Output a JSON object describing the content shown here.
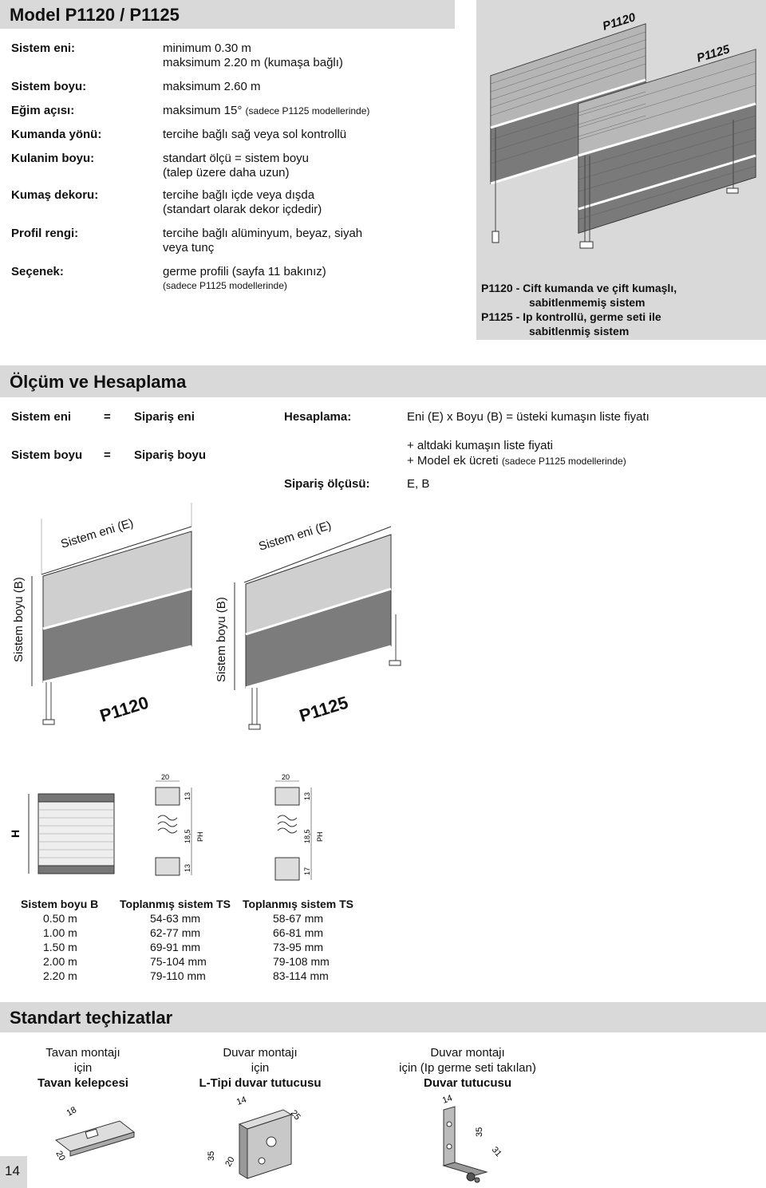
{
  "header": {
    "title": "Model P1120 / P1125"
  },
  "specs": [
    {
      "label": "Sistem eni:",
      "lines": [
        "minimum 0.30 m",
        "maksimum 2.20 m (kumaşa bağlı)"
      ],
      "note": ""
    },
    {
      "label": "Sistem boyu:",
      "lines": [
        "maksimum 2.60 m"
      ],
      "note": ""
    },
    {
      "label": "Eğim açısı:",
      "lines": [
        "maksimum 15°"
      ],
      "note": "(sadece P1125 modellerinde)"
    },
    {
      "label": "Kumanda yönü:",
      "lines": [
        "tercihe bağlı sağ veya sol kontrollü"
      ],
      "note": ""
    },
    {
      "label": "Kulanim boyu:",
      "lines": [
        "standart ölçü = sistem boyu",
        "(talep üzere daha uzun)"
      ],
      "note": ""
    },
    {
      "label": "Kumaş dekoru:",
      "lines": [
        "tercihe bağlı içde veya dışda",
        "(standart olarak dekor içdedir)"
      ],
      "note": ""
    },
    {
      "label": "Profil rengi:",
      "lines": [
        "tercihe bağlı alüminyum, beyaz, siyah",
        "veya tunç"
      ],
      "note": ""
    },
    {
      "label": "Seçenek:",
      "lines": [
        "germe profili (sayfa 11 bakınız)"
      ],
      "note": "(sadece P1125 modellerinde)"
    }
  ],
  "product_image": {
    "label_p1120": "P1120",
    "label_p1125": "P1125",
    "caption": [
      "P1120 - Cift kumanda ve çift kumaşlı,",
      "sabitlenmemiş sistem",
      "P1125 - Ip kontrollü, germe seti ile",
      "sabitlenmiş sistem"
    ]
  },
  "measure": {
    "title": "Ölçüm ve Hesaplama",
    "eq1": {
      "left": "Sistem eni",
      "op": "=",
      "right": "Sipariş eni"
    },
    "eq2": {
      "left": "Sistem boyu",
      "op": "=",
      "right": "Sipariş boyu"
    },
    "calc_label": "Hesaplama:",
    "calc_line1": "Eni (E) x Boyu (B) = üsteki kumaşın liste fiyatı",
    "calc_line2": "+ altdaki kumaşın liste fiyati",
    "calc_line3": "+ Model ek ücreti",
    "calc_line3_note": "(sadece P1125 modellerinde)",
    "order_label": "Sipariş ölçüsü:",
    "order_value": "E, B"
  },
  "diagram": {
    "width_label": "Sistem eni (E)",
    "height_label": "Sistem boyu (B)",
    "model1": "P1120",
    "model2": "P1125"
  },
  "profile": {
    "h_label": "H",
    "a": {
      "top": "20",
      "d1": "13",
      "d2": "18,5",
      "ph": "PH",
      "d3": "13"
    },
    "b": {
      "top": "20",
      "d1": "13",
      "d2": "18,5",
      "ph": "PH",
      "d3": "17"
    }
  },
  "table": {
    "headers": [
      "Sistem boyu B",
      "Toplanmış sistem TS",
      "Toplanmış sistem TS"
    ],
    "rows": [
      [
        "0.50 m",
        "54-63 mm",
        "58-67 mm"
      ],
      [
        "1.00 m",
        "62-77 mm",
        "66-81 mm"
      ],
      [
        "1.50 m",
        "69-91 mm",
        "73-95 mm"
      ],
      [
        "2.00 m",
        "75-104 mm",
        "79-108 mm"
      ],
      [
        "2.20 m",
        "79-110 mm",
        "83-114 mm"
      ]
    ]
  },
  "equipment": {
    "title": "Standart teçhizatlar",
    "items": [
      {
        "l1": "Tavan montajı",
        "l2": "için",
        "l3": "Tavan kelepcesi",
        "dims": [
          "18",
          "20"
        ]
      },
      {
        "l1": "Duvar montajı",
        "l2": "için",
        "l3": "L-Tipi duvar tutucusu",
        "dims": [
          "14",
          "25",
          "35",
          "20"
        ]
      },
      {
        "l1": "Duvar montajı",
        "l2": "için (Ip germe seti takılan)",
        "l3": "Duvar tutucusu",
        "dims": [
          "14",
          "35",
          "31"
        ]
      }
    ]
  },
  "page_number": "14"
}
